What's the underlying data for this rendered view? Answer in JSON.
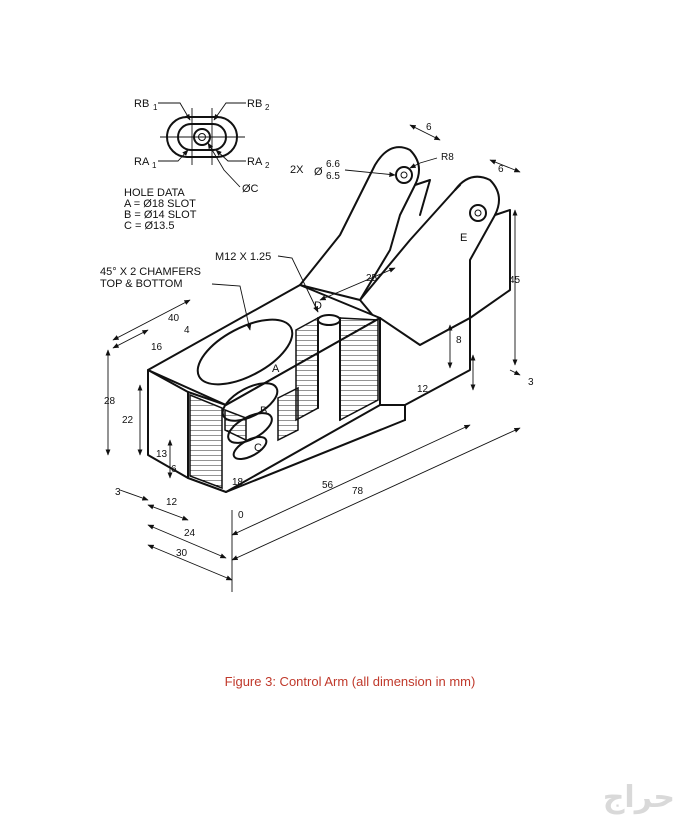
{
  "figure": {
    "caption": "Figure 3: Control Arm (all dimension in mm)",
    "hole_data": {
      "heading": "HOLE DATA",
      "lines": [
        "A = Ø18 SLOT",
        "B = Ø14 SLOT",
        "C = Ø13.5"
      ]
    },
    "slot_labels": {
      "rb1": "RB",
      "rb1_sub": "1",
      "rb2": "RB",
      "rb2_sub": "2",
      "ra1": "RA",
      "ra1_sub": "1",
      "ra2": "RA",
      "ra2_sub": "2",
      "c": "ØC"
    },
    "notes": {
      "thread": "M12 X 1.25",
      "chamfer_line1": "45° X 2 CHAMFERS",
      "chamfer_line2": "TOP & BOTTOM",
      "holes_prefix": "2X",
      "holes_dia_symbol": "Ø",
      "holes_upper": "6.6",
      "holes_lower": "6.5"
    },
    "points": {
      "a": "A",
      "b": "B",
      "c": "C",
      "d": "D",
      "e": "E"
    },
    "dimensions": {
      "d6_top": "6",
      "r8": "R8",
      "d6_right": "6",
      "d45": "45",
      "d25": "25",
      "d8": "8",
      "d12_right": "12",
      "d3_right": "3",
      "d40": "40",
      "d4": "4",
      "d16": "16",
      "d28": "28",
      "d22": "22",
      "d13": "13",
      "d6_left": "6",
      "d3_left": "3",
      "d12_bottom": "12",
      "d18": "18",
      "d56": "56",
      "d78": "78",
      "d0": "0",
      "d24": "24",
      "d30": "30"
    }
  },
  "watermark": {
    "text": "حراج"
  }
}
